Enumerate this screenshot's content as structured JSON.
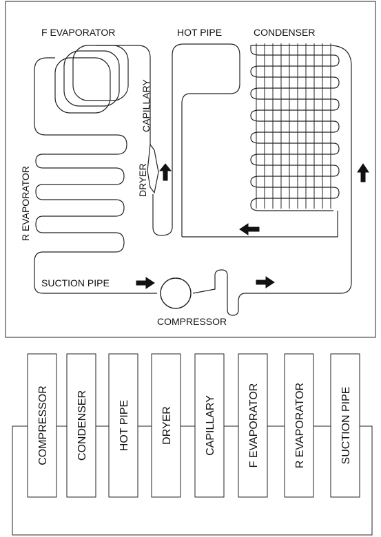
{
  "top_diagram": {
    "labels": {
      "f_evaporator": "F EVAPORATOR",
      "hot_pipe": "HOT PIPE",
      "condenser": "CONDENSER",
      "capillary": "CAPILLARY",
      "dryer": "DRYER",
      "r_evaporator": "R EVAPORATOR",
      "suction_pipe": "SUCTION PIPE",
      "compressor": "COMPRESSOR"
    }
  },
  "bottom_diagram": {
    "components": [
      {
        "label": "COMPRESSOR"
      },
      {
        "label": "CONDENSER"
      },
      {
        "label": "HOT PIPE"
      },
      {
        "label": "DRYER"
      },
      {
        "label": "CAPILLARY"
      },
      {
        "label": "F EVAPORATOR"
      },
      {
        "label": "R EVAPORATOR"
      },
      {
        "label": "SUCTION PIPE"
      }
    ]
  },
  "colors": {
    "line": "#222222",
    "background": "#ffffff"
  }
}
